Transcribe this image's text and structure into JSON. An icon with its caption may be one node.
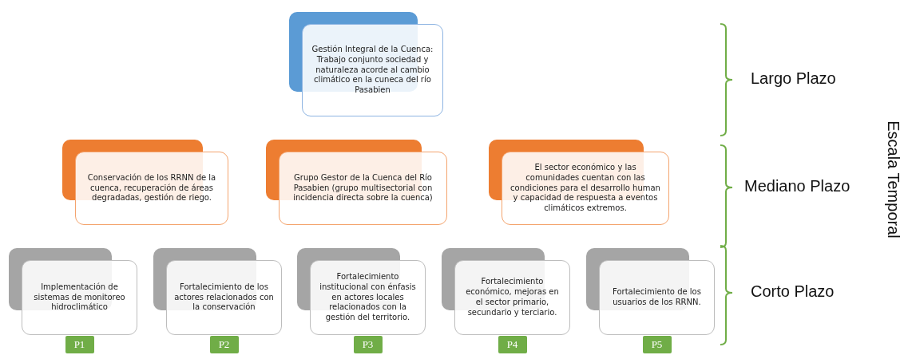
{
  "diagram": {
    "nodes": [
      {
        "text": [
          "Gestión Integral de la Cuenca: Trabajo conjunto sociedad y naturaleza acorde al cambio climático en la cuneca del río Pasabien"
        ]
      },
      {
        "text": [
          "Conservación de los RRNN de la cuenca, recuperación de áreas degradadas, gestión de riego."
        ]
      },
      {
        "text": [
          "Grupo Gestor de la Cuenca del Río Pasabien (grupo multisectorial con incidencia directa sobre la cuenca)"
        ]
      },
      {
        "text": [
          "El sector económico y las comunidades cuentan con las condiciones para el desarrollo human y capacidad de respuesta a eventos climáticos extremos."
        ]
      },
      {
        "text": [
          "Implementación de sistemas de monitoreo hidroclimático"
        ],
        "beside": [
          "P1"
        ]
      },
      {
        "text": [
          "Fortalecimiento de los actores relacionados con la conservación"
        ],
        "beside": [
          "P2"
        ]
      },
      {
        "text": [
          "Fortalecimiento institucional con énfasis en actores locales relacionados con la gestión del territorio."
        ],
        "beside": [
          "P3"
        ]
      },
      {
        "text": [
          "Fortalecimiento económico, mejoras en el sector primario, secundario y terciario."
        ],
        "beside": [
          "P4"
        ]
      },
      {
        "text": [
          "Fortalecimiento de los usuarios de los RRNN."
        ],
        "beside": [
          "P5"
        ]
      }
    ],
    "labels": [
      "Largo Plazo",
      "Escala Temporal",
      "Mediano Plazo",
      "Corto Plazo"
    ]
  }
}
